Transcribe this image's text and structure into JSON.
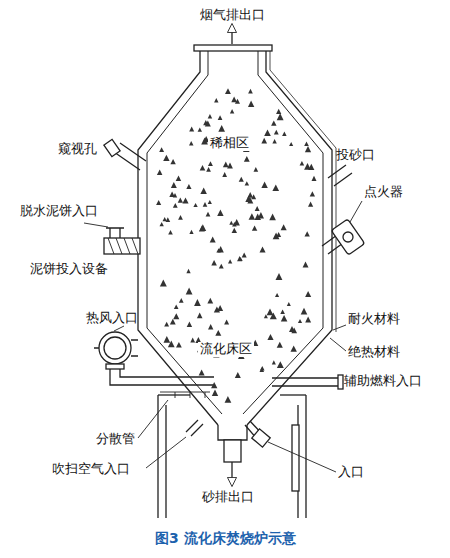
{
  "diagram": {
    "caption": "图3 流化床焚烧炉示意",
    "labels": [
      "烟气排出口",
      "稀相区",
      "窥视孔",
      "投砂口",
      "点火器",
      "脱水泥饼入口",
      "泥饼投入设备",
      "热风入口",
      "耐火材料",
      "绝热材料",
      "流化床区",
      "辅助燃料入口",
      "分散管",
      "吹扫空气入口",
      "入口",
      "砂排出口"
    ]
  }
}
